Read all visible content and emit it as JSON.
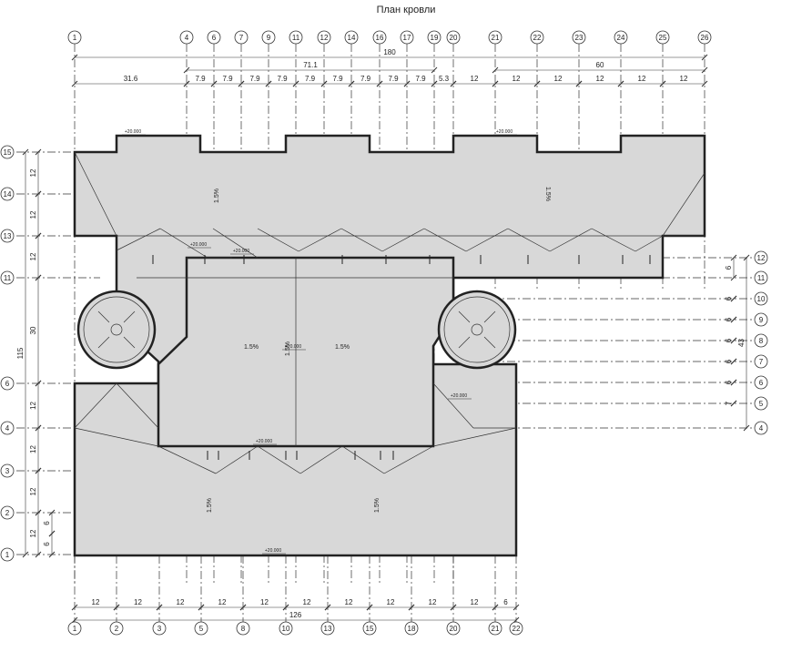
{
  "title": "План кровли",
  "grid": {
    "top_axes": [
      "1",
      "4",
      "6",
      "7",
      "9",
      "11",
      "12",
      "14",
      "16",
      "17",
      "19",
      "20",
      "21",
      "22",
      "23",
      "24",
      "25",
      "26"
    ],
    "bottom_axes": [
      "1",
      "2",
      "3",
      "5",
      "8",
      "10",
      "13",
      "15",
      "18",
      "20",
      "21",
      "22"
    ],
    "left_axes": [
      "15",
      "14",
      "13",
      "11",
      "6",
      "4",
      "3",
      "2",
      "1"
    ],
    "right_axes": [
      "12",
      "11",
      "10",
      "9",
      "8",
      "7",
      "6",
      "5",
      "4"
    ]
  },
  "dimensions": {
    "top_total": "180",
    "top_mid": "71.1",
    "top_right": "60",
    "top_chain": [
      "31.6",
      "7.9",
      "7.9",
      "7.9",
      "7.9",
      "7.9",
      "7.9",
      "7.9",
      "7.9",
      "7.9",
      "5.3",
      "12",
      "12",
      "12",
      "12",
      "12",
      "12"
    ],
    "bottom_chain": [
      "12",
      "12",
      "12",
      "12",
      "12",
      "12",
      "12",
      "12",
      "12",
      "12",
      "6"
    ],
    "bottom_total": "126",
    "left_upper": [
      "12",
      "12",
      "12"
    ],
    "left_mid": "30",
    "left_lower": [
      "12",
      "12",
      "12",
      "12"
    ],
    "left_total": "115",
    "left_small": [
      "6",
      "6"
    ],
    "right_chain": [
      "6",
      "6",
      "6",
      "6",
      "6",
      "6",
      "7"
    ],
    "right_total": "43"
  },
  "slopes": [
    "1.5%",
    "1.5%",
    "1.5%",
    "1.5%",
    "1.5%",
    "1.5%",
    "1.5%"
  ],
  "elevations": [
    "+20.000",
    "+20.000",
    "+20.000",
    "+20.000",
    "+20.000",
    "+20.000",
    "+20.000",
    "+20.000"
  ]
}
